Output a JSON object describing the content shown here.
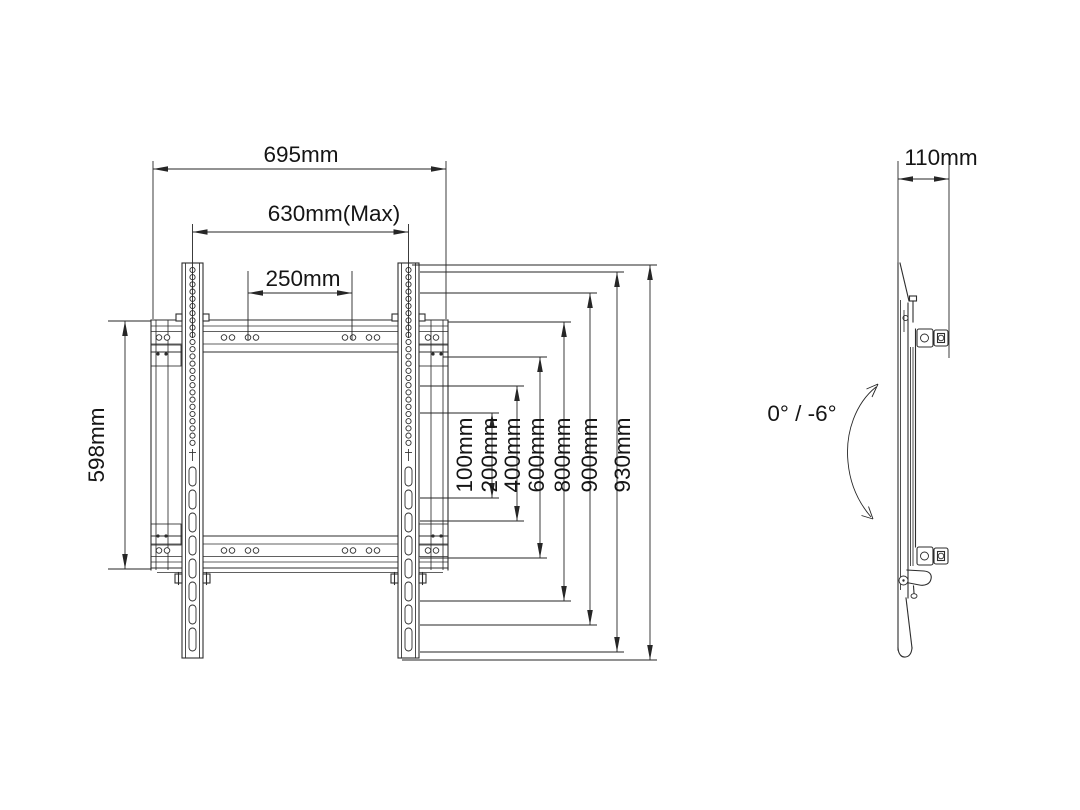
{
  "drawing": {
    "type": "technical-dimension-drawing",
    "front_view": {
      "dim_width_overall": "695mm",
      "dim_width_max": "630mm(Max)",
      "dim_hole_spacing": "250mm",
      "dim_plate_height": "598mm",
      "vesa_heights": [
        "100mm",
        "200mm",
        "400mm",
        "600mm",
        "800mm",
        "900mm",
        "930mm"
      ]
    },
    "side_view": {
      "dim_depth": "110mm",
      "tilt_range": "0° / -6°"
    },
    "colors": {
      "line": "#2d2d2d",
      "text": "#151515",
      "background": "#ffffff"
    }
  }
}
